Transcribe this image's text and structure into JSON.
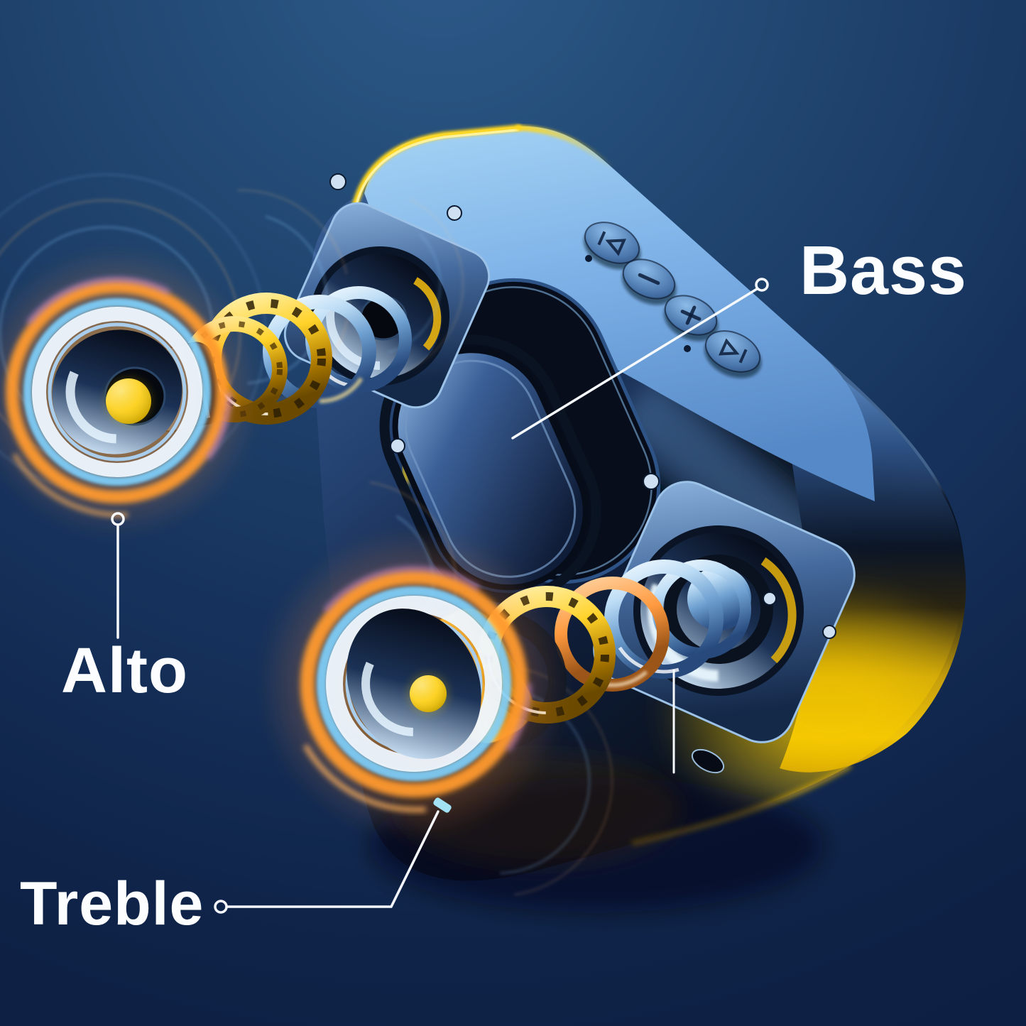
{
  "annotations": {
    "bass": "Bass",
    "alto": "Alto",
    "treble": "Treble"
  },
  "speaker": {
    "top_buttons": [
      {
        "name": "previous-track",
        "glyph": "|◀"
      },
      {
        "name": "volume-down",
        "glyph": "−"
      },
      {
        "name": "volume-up",
        "glyph": "+"
      },
      {
        "name": "next-track",
        "glyph": "▶|"
      }
    ],
    "parts": {
      "bass_part": "oval passive bass radiator",
      "alto_part": "upper exploded mid driver",
      "treble_part": "lower exploded tweeter driver"
    }
  },
  "colors": {
    "background_top": "#2d5a8a",
    "background_bottom": "#0d1f42",
    "label_text": "#fbfdff",
    "leader_line": "#f6f9fd",
    "body_top_face": "#8ecbf2",
    "body_front": "#16284a",
    "accent_yellow": "#f7ca05",
    "glow_orange": "#ff9e3a",
    "glow_cyan": "#7fd2ff",
    "cone_ball_yellow": "#ffd83e"
  }
}
